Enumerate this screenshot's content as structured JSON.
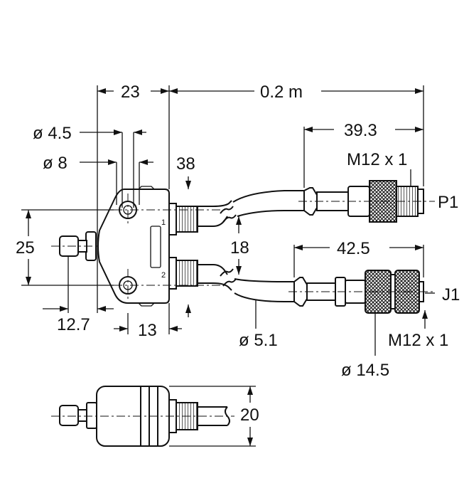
{
  "dimensions": {
    "d23": "23",
    "d02m": "0.2 m",
    "d45": "ø 4.5",
    "d8": "ø 8",
    "d38": "38",
    "d393": "39.3",
    "m12_top": "M12 x 1",
    "p1": "P1",
    "d25": "25",
    "d18": "18",
    "d425": "42.5",
    "j1": "J1",
    "d127": "12.7",
    "d13": "13",
    "d51": "ø 5.1",
    "m12_bottom": "M12 x 1",
    "d145": "ø 14.5",
    "d20": "20",
    "port1": "1",
    "port2": "2"
  }
}
